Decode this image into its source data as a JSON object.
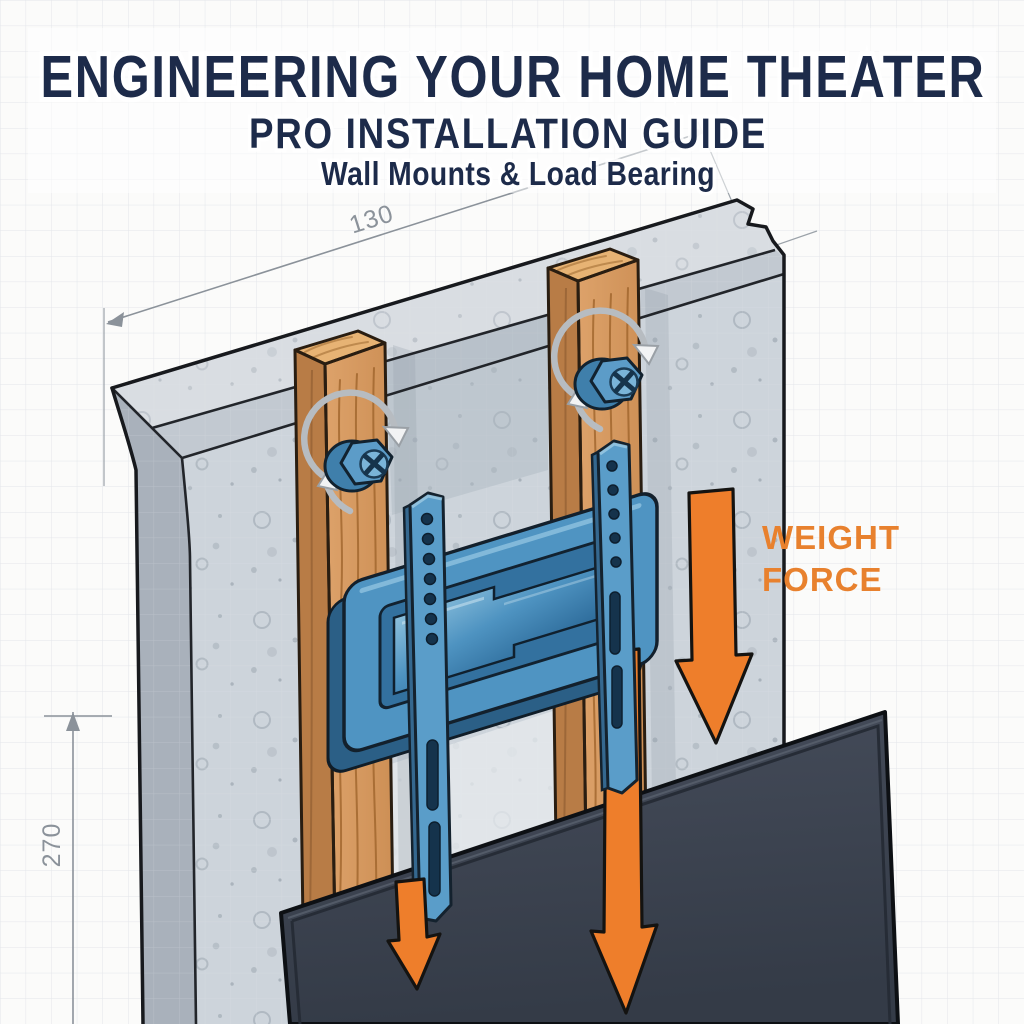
{
  "header": {
    "title": "ENGINEERING YOUR HOME THEATER",
    "subtitle": "PRO INSTALLATION GUIDE",
    "tagline": "Wall Mounts & Load Bearing"
  },
  "labels": {
    "dim_width": "130",
    "dim_height": "270",
    "weight_force": [
      "WEIGHT",
      "FORCE"
    ]
  },
  "colors": {
    "title_navy": "#1d2b4a",
    "dimension_gray": "#8b929a",
    "force_orange": "#e8812e",
    "arrow_orange": "#ee7e2b",
    "bracket_blue": "#4f94c2",
    "wood_tan": "#d79b63",
    "concrete_gray": "#cdd4db",
    "tv_slate": "#3e4553"
  }
}
